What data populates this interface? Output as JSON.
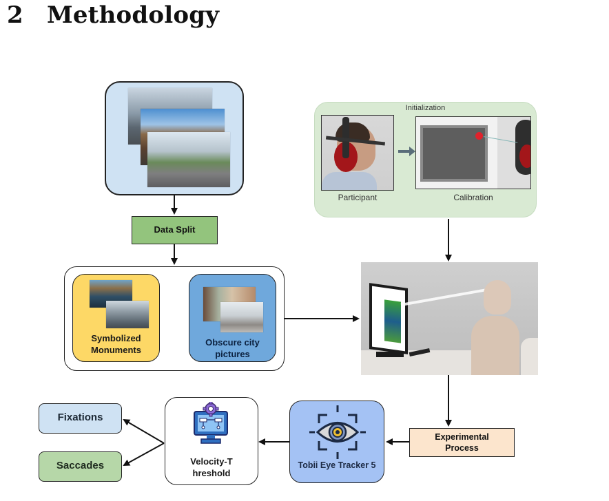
{
  "section": {
    "number": "2",
    "title": "Methodology"
  },
  "diagram": {
    "dataset_box": {
      "icon": "city-photos-stack"
    },
    "data_split": {
      "label": "Data Split"
    },
    "categories": [
      {
        "label_line1": "Symbolized",
        "label_line2": "Monuments",
        "color": "#fdd866"
      },
      {
        "label_line1": "Obscure city",
        "label_line2": "pictures",
        "color": "#6fa8dc"
      }
    ],
    "initialization": {
      "title": "Initialization",
      "participant_caption": "Participant",
      "calibration_caption": "Calibration",
      "color": "#d9ead3"
    },
    "experiment_scene": {
      "icon": "eye-tracking-scene"
    },
    "experimental_process": {
      "line1": "Experimental",
      "line2": "Process",
      "color": "#fce5cd"
    },
    "eye_tracker": {
      "label": "Tobii Eye Tracker 5",
      "color": "#a4c2f4"
    },
    "velocity_threshold": {
      "line1": "Velocity-T",
      "line2": "hreshold"
    },
    "outputs": [
      {
        "label": "Fixations",
        "color": "#cfe2f3"
      },
      {
        "label": "Saccades",
        "color": "#b6d7a8"
      }
    ]
  }
}
